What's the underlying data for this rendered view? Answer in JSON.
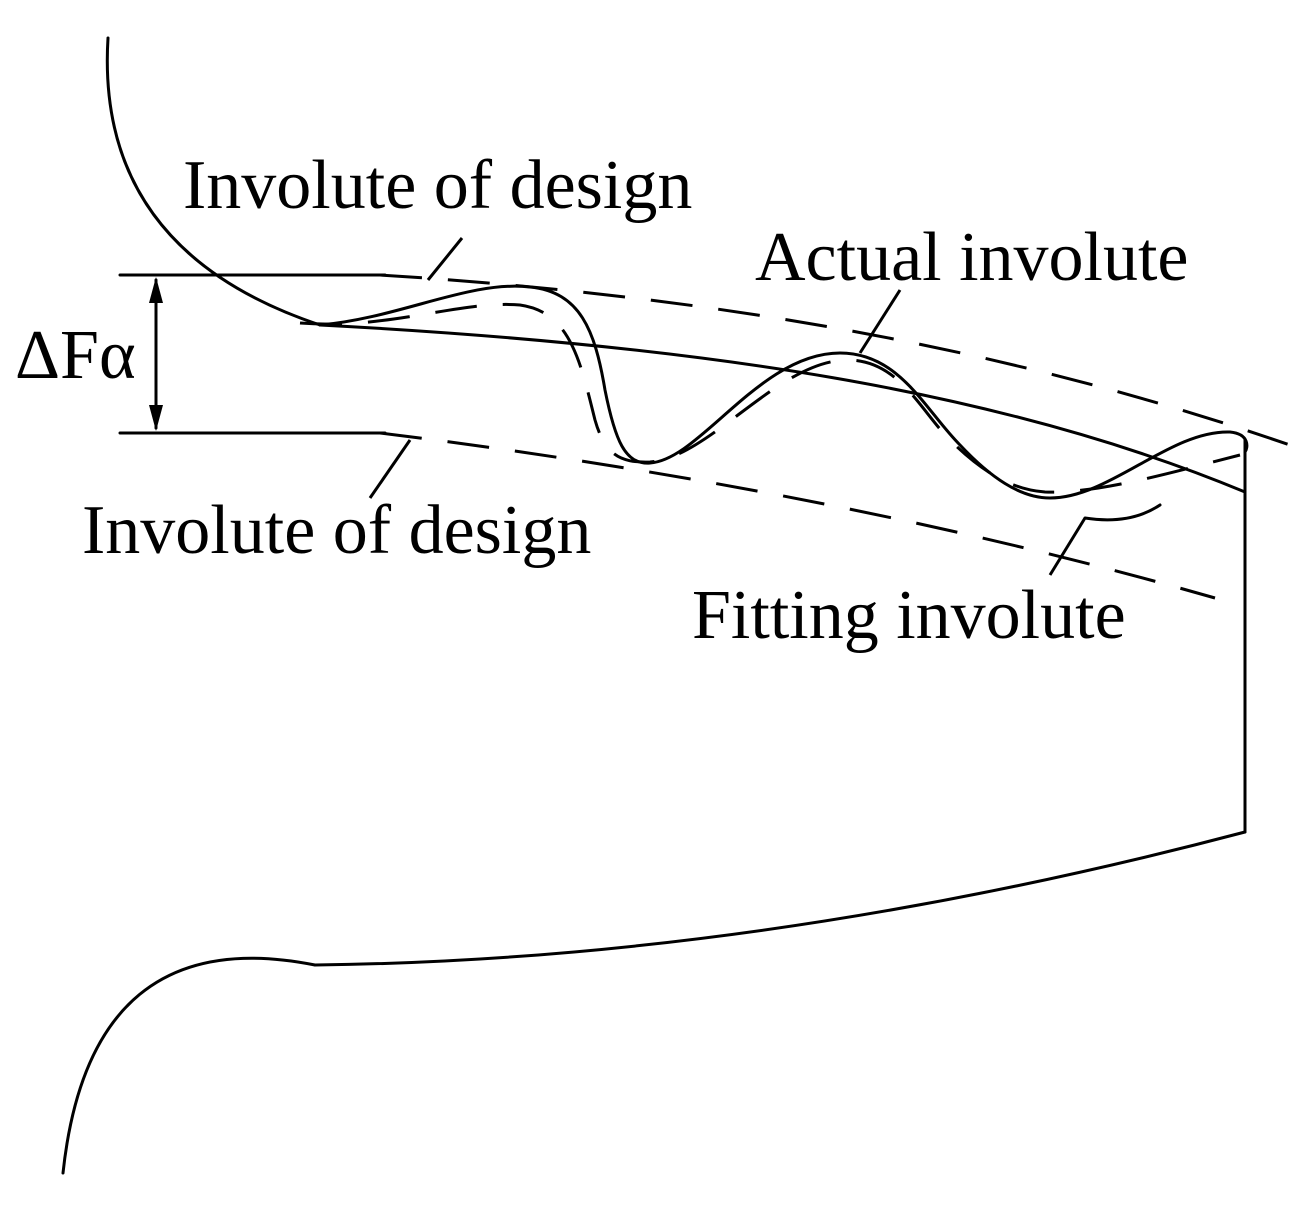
{
  "labels": {
    "involute_design_top": "Involute of design",
    "involute_design_bottom": "Involute of design",
    "actual_involute": "Actual involute",
    "fitting_involute": "Fitting involute",
    "delta_f_alpha": "ΔFα"
  },
  "colors": {
    "line": "#000000",
    "background": "#ffffff"
  }
}
